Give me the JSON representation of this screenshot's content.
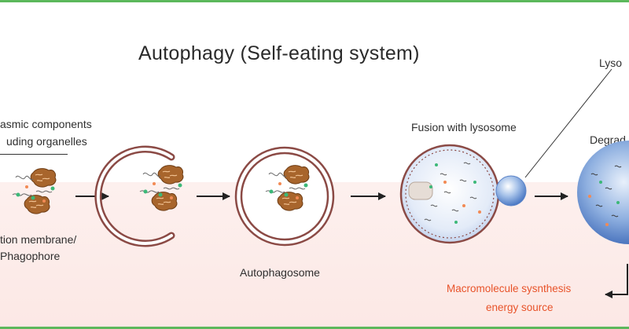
{
  "title": "Autophagy (Self-eating system)",
  "labels": {
    "components_line1": "asmic components",
    "components_line2": "uding organelles",
    "membrane_line1": "tion membrane/",
    "membrane_line2": "Phagophore",
    "autophagosome": "Autophagosome",
    "fusion": "Fusion with lysosome",
    "lysosome": "Lyso",
    "degradation": "Degrad",
    "output_line1": "Macromolecule sysnthesis",
    "output_line2": "energy source"
  },
  "colors": {
    "border": "#5cb85c",
    "membrane": "#8b4a45",
    "lysosome_blue": "#4f7fc8",
    "arrow": "#222222",
    "output_text": "#e8532a"
  }
}
